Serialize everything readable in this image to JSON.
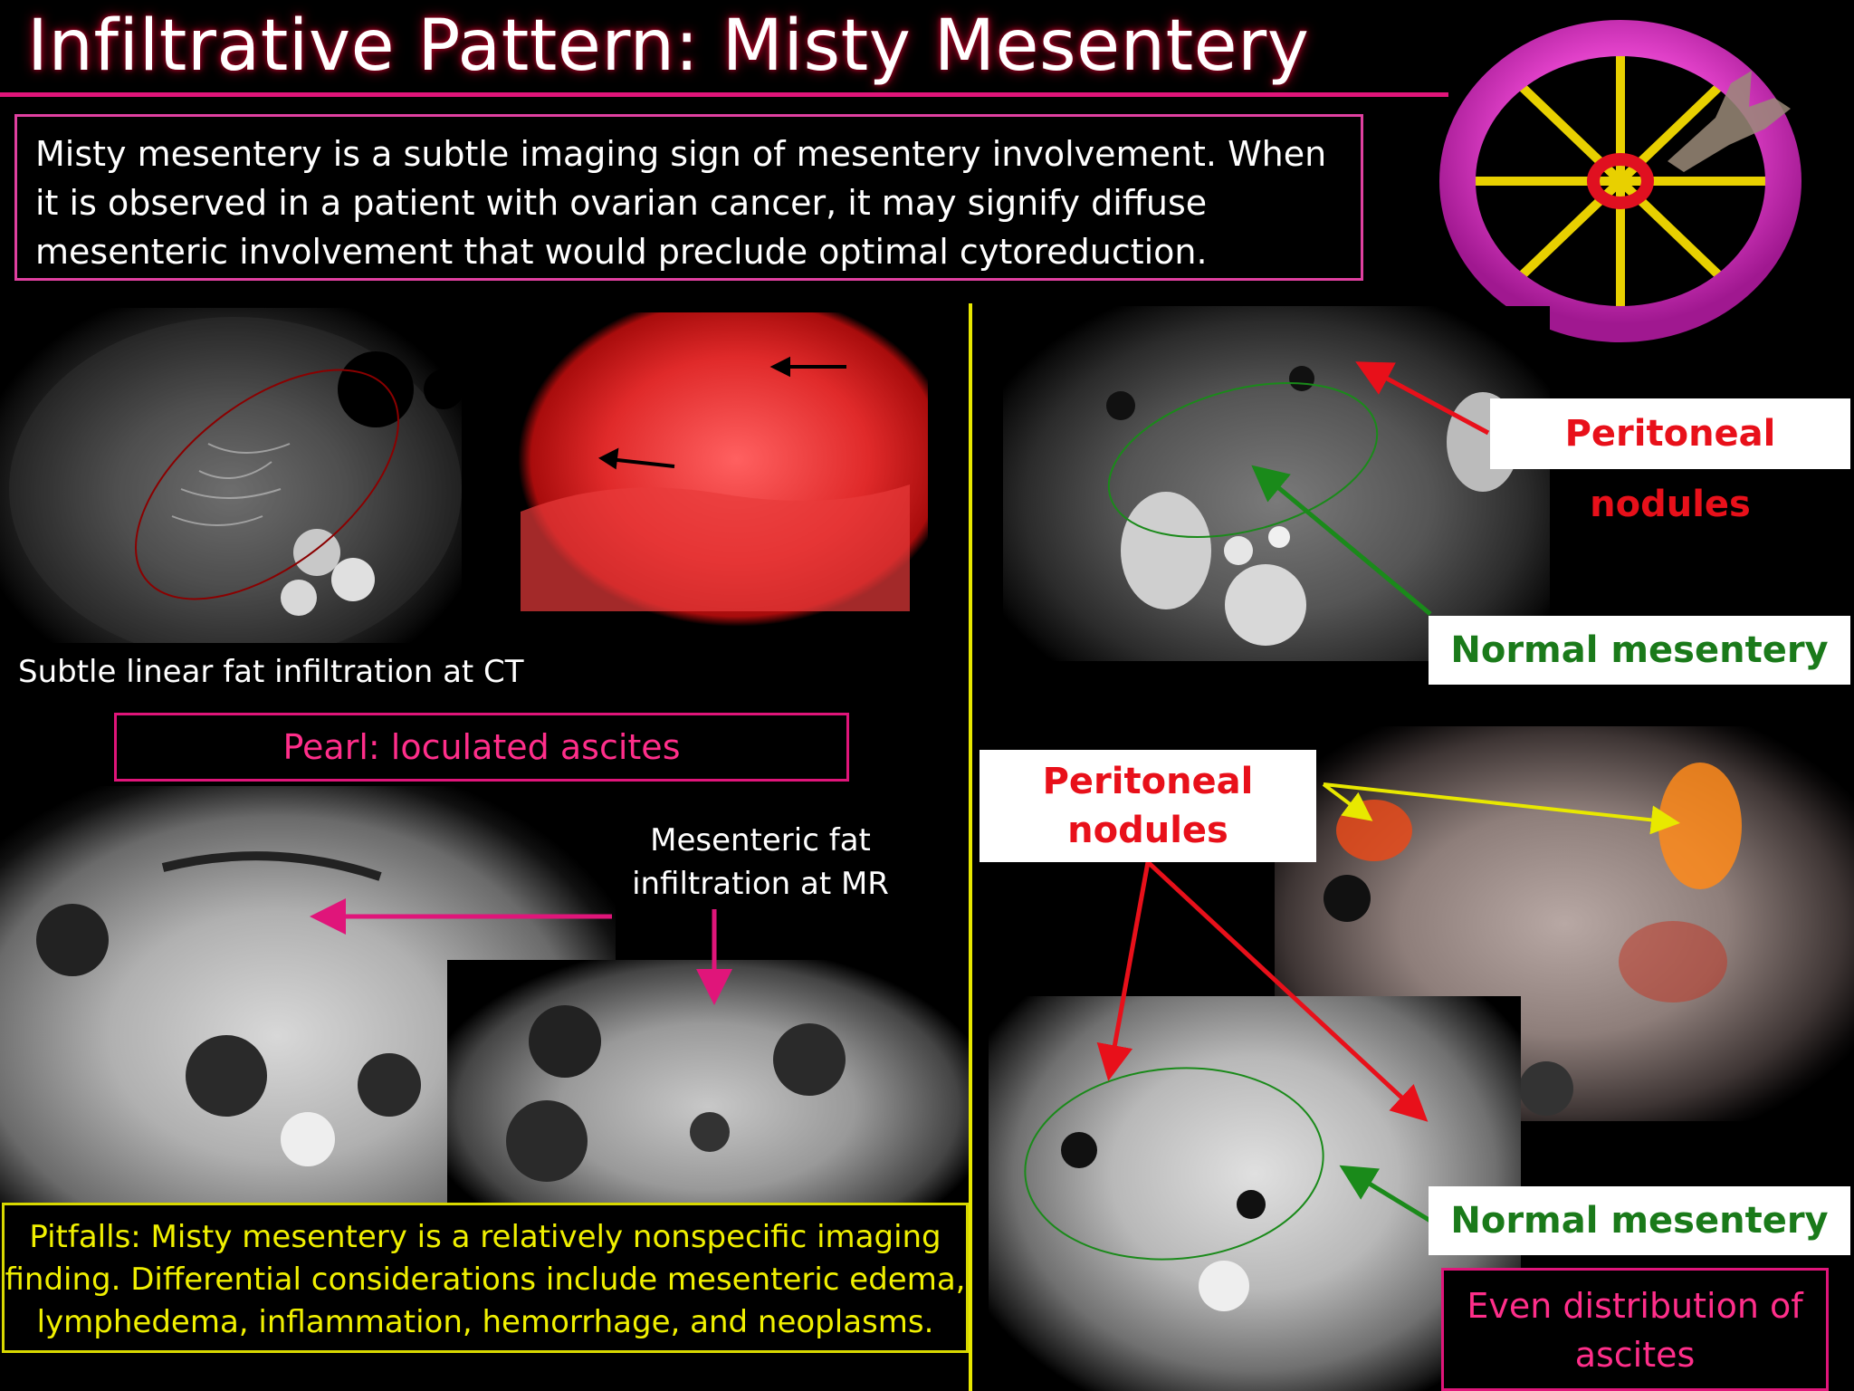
{
  "title": "Infiltrative Pattern: Misty Mesentery",
  "intro": "Misty mesentery is a subtle imaging sign of mesentery involvement. When it is observed in a patient with ovarian cancer, it may signify diffuse mesenteric involvement that would preclude optimal cytoreduction.",
  "left_panel": {
    "ct_caption": "Subtle linear fat infiltration at CT",
    "pearl": "Pearl: loculated ascites",
    "mr_caption": "Mesenteric fat infiltration at MR",
    "pitfalls": "Pitfalls:  Misty mesentery is a relatively nonspecific imaging finding. Differential considerations include mesenteric edema, lymphedema, inflammation, hemorrhage, and neoplasms."
  },
  "right_panel": {
    "peritoneal_nodules_top": "Peritoneal nodules",
    "normal_mesentery_top": "Normal mesentery",
    "peritoneal_nodules_mid": "Peritoneal nodules",
    "normal_mesentery_bottom": "Normal mesentery",
    "ascites_note": "Even distribution of ascites"
  },
  "colors": {
    "accent_pink": "#e0157a",
    "divider_yellow": "#e8e800",
    "label_red": "#e8101a",
    "label_green": "#1a7a1a"
  },
  "icons": [
    "wheel-logo-icon"
  ]
}
